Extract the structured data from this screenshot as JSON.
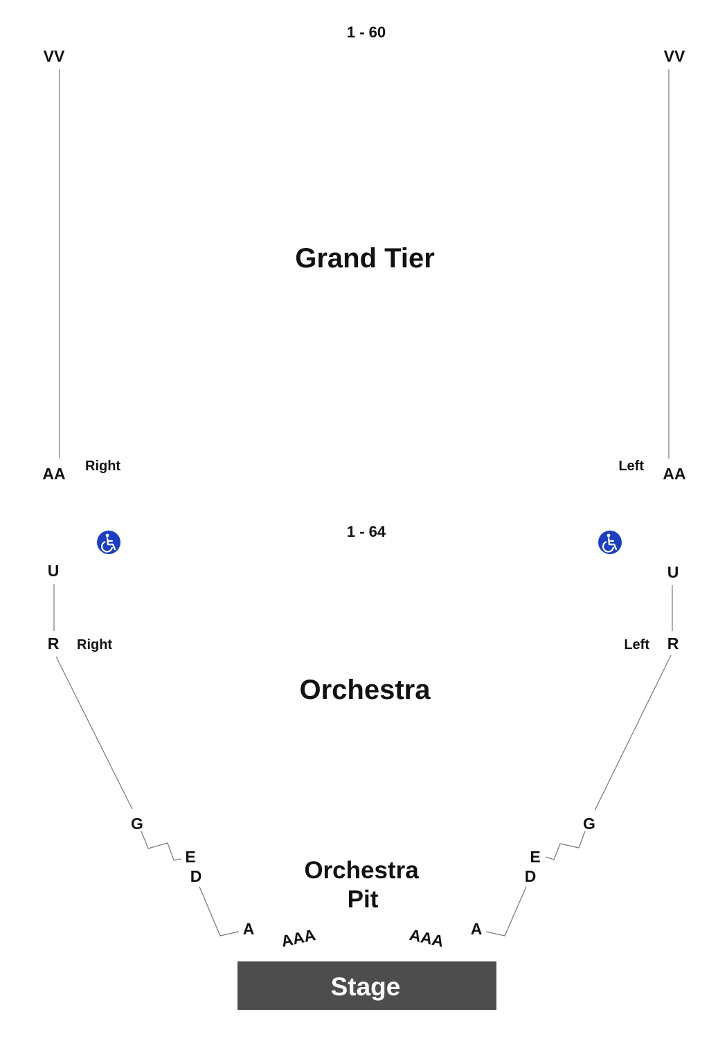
{
  "sections": {
    "grand_tier": {
      "name": "Grand Tier",
      "seat_range": "1 - 60",
      "rows_left_edge": {
        "top": "VV",
        "bottom": "AA",
        "side": "Right"
      },
      "rows_right_edge": {
        "top": "VV",
        "bottom": "AA",
        "side": "Left"
      }
    },
    "orchestra": {
      "name": "Orchestra",
      "seat_range": "1 - 64",
      "left_edge": {
        "top": "U",
        "mid": "R",
        "side": "Right",
        "lower": "G"
      },
      "right_edge": {
        "top": "U",
        "mid": "R",
        "side": "Left",
        "lower": "G"
      }
    },
    "orchestra_pit": {
      "line1": "Orchestra",
      "line2": "Pit",
      "left_rows": {
        "e": "E",
        "d": "D",
        "a": "A",
        "aaa": "AAA"
      },
      "right_rows": {
        "e": "E",
        "d": "D",
        "a": "A",
        "aaa": "AAA"
      }
    },
    "stage": {
      "label": "Stage",
      "color": "#4d4d4d"
    }
  },
  "accessibility": {
    "icon": "wheelchair-icon",
    "color": "#1a3fc4",
    "count": 2
  }
}
